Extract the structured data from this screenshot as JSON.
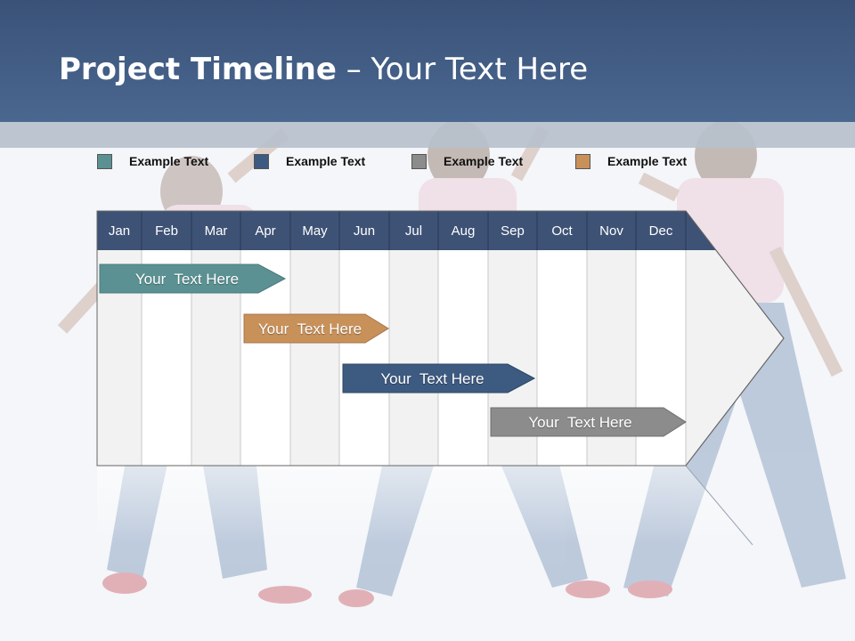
{
  "header": {
    "title_bold": "Project Timeline",
    "title_rest": " – Your Text Here"
  },
  "legend": [
    {
      "label": "Example Text",
      "color": "#5b9193"
    },
    {
      "label": "Example Text",
      "color": "#3d5a80"
    },
    {
      "label": "Example Text",
      "color": "#8c8c8c"
    },
    {
      "label": "Example Text",
      "color": "#c8915a"
    }
  ],
  "months": [
    "Jan",
    "Feb",
    "Mar",
    "Apr",
    "May",
    "Jun",
    "Jul",
    "Aug",
    "Sep",
    "Oct",
    "Nov",
    "Dec"
  ],
  "colors": {
    "header_bg": "#3f5a82",
    "month_header": "#3d5275",
    "teal": "#5b9193",
    "orange": "#c8915a",
    "navy": "#3d5a80",
    "gray": "#8c8c8c"
  },
  "bars": [
    {
      "label": "Your  Text Here",
      "color": "#5b9193"
    },
    {
      "label": "Your  Text Here",
      "color": "#c8915a"
    },
    {
      "label": "Your  Text Here",
      "color": "#3d5a80"
    },
    {
      "label": "Your  Text Here",
      "color": "#8c8c8c"
    }
  ]
}
